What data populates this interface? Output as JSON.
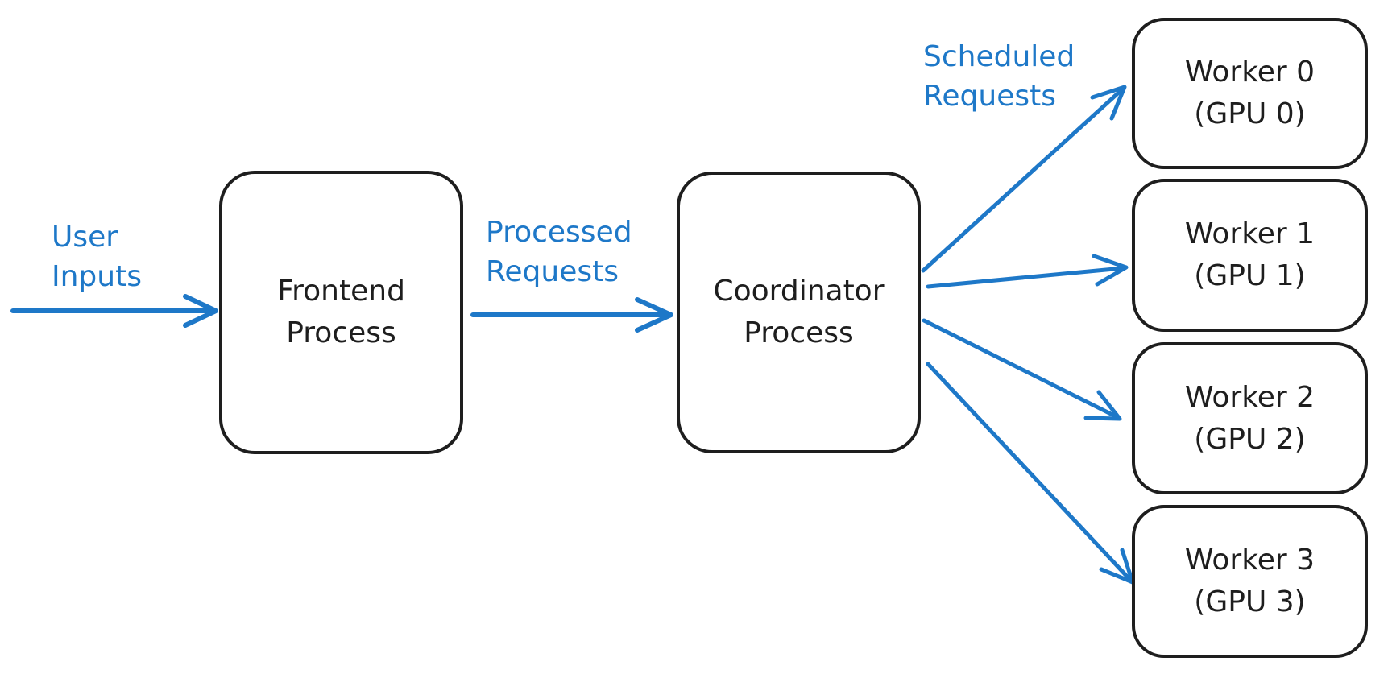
{
  "colors": {
    "stroke": "#1e1e1e",
    "accent": "#1e78c8",
    "background": "#ffffff"
  },
  "nodes": {
    "frontend": {
      "line1": "Frontend",
      "line2": "Process"
    },
    "coordinator": {
      "line1": "Coordinator",
      "line2": "Process"
    },
    "worker0": {
      "line1": "Worker 0",
      "line2": "(GPU 0)"
    },
    "worker1": {
      "line1": "Worker 1",
      "line2": "(GPU 1)"
    },
    "worker2": {
      "line1": "Worker 2",
      "line2": "(GPU 2)"
    },
    "worker3": {
      "line1": "Worker 3",
      "line2": "(GPU 3)"
    }
  },
  "labels": {
    "user_inputs": {
      "line1": "User",
      "line2": "Inputs"
    },
    "processed_requests": {
      "line1": "Processed",
      "line2": "Requests"
    },
    "scheduled_requests": {
      "line1": "Scheduled",
      "line2": "Requests"
    }
  }
}
